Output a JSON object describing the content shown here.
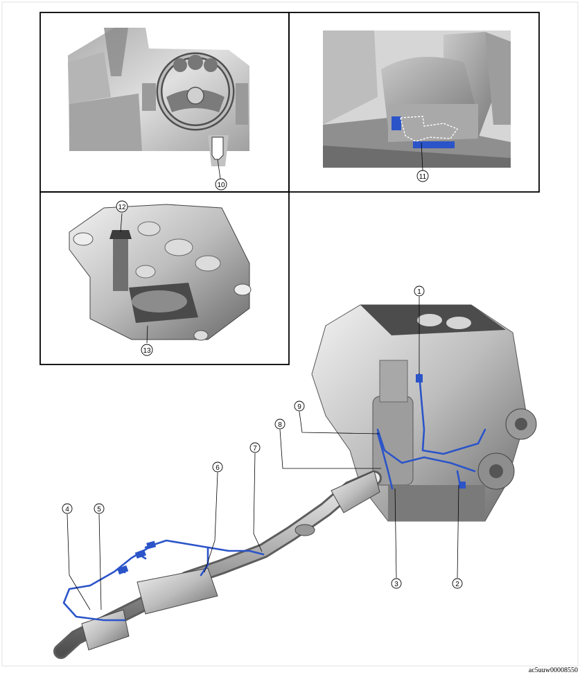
{
  "document_code": "ac5uuw00008550",
  "colors": {
    "harness": "#2b54c8",
    "frame": "#000000",
    "metal_light": "#e2e2e2",
    "metal_mid": "#b8b8b8",
    "metal_dark": "#6e6e6e",
    "interior": "#cfcfcf",
    "page_border": "#d9d9d9"
  },
  "callouts": [
    {
      "id": "c1",
      "label": "1"
    },
    {
      "id": "c2",
      "label": "2"
    },
    {
      "id": "c3",
      "label": "3"
    },
    {
      "id": "c4",
      "label": "4"
    },
    {
      "id": "c5",
      "label": "5"
    },
    {
      "id": "c6",
      "label": "6"
    },
    {
      "id": "c7",
      "label": "7"
    },
    {
      "id": "c8",
      "label": "8"
    },
    {
      "id": "c9",
      "label": "9"
    },
    {
      "id": "c10",
      "label": "10"
    },
    {
      "id": "c11",
      "label": "11"
    },
    {
      "id": "c12",
      "label": "12"
    },
    {
      "id": "c13",
      "label": "13"
    }
  ]
}
